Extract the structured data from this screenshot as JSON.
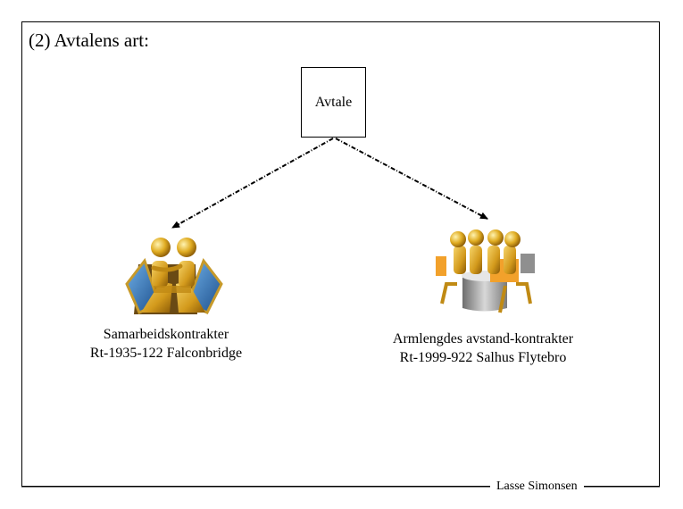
{
  "title": "(2) Avtalens art:",
  "root": {
    "label": "Avtale"
  },
  "branches": [
    {
      "line1": "Samarbeidskontrakter",
      "line2": "Rt-1935-122 Falconbridge",
      "icon": "two-figures-laptops-icon"
    },
    {
      "line1": "Armlengdes avstand-kontrakter",
      "line2": "Rt-1999-922 Salhus Flytebro",
      "icon": "four-figures-table-icon"
    }
  ],
  "footer": "Lasse Simonsen",
  "colors": {
    "gold": "#d9a521",
    "blue": "#2d6fb3",
    "grey": "#9a9a9a",
    "orange": "#f2a12b"
  }
}
